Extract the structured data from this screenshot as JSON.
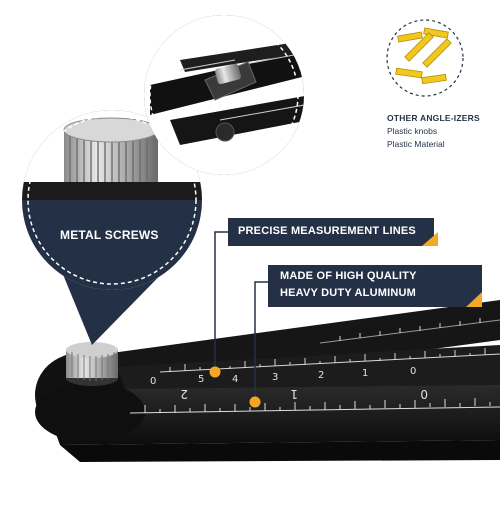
{
  "callouts": {
    "metal_screws": "METAL SCREWS",
    "precise_lines": "PRECISE MEASUREMENT LINES",
    "aluminum_line1": "MADE OF HIGH QUALITY",
    "aluminum_line2": "HEAVY DUTY ALUMINUM"
  },
  "side_panel": {
    "title": "OTHER ANGLE-IZERS",
    "items": [
      "Plastic knobs",
      "Plastic Material"
    ]
  },
  "ruler_upper": {
    "numbers": [
      "0",
      "5",
      "4",
      "3",
      "2",
      "1",
      "0"
    ]
  },
  "ruler_lower": {
    "numbers": [
      "2",
      "1",
      "0"
    ]
  },
  "colors": {
    "navy": "#233046",
    "orange": "#f5a623",
    "tool_black": "#1a1a1a",
    "yellow_ruler": "#f2c81e"
  }
}
